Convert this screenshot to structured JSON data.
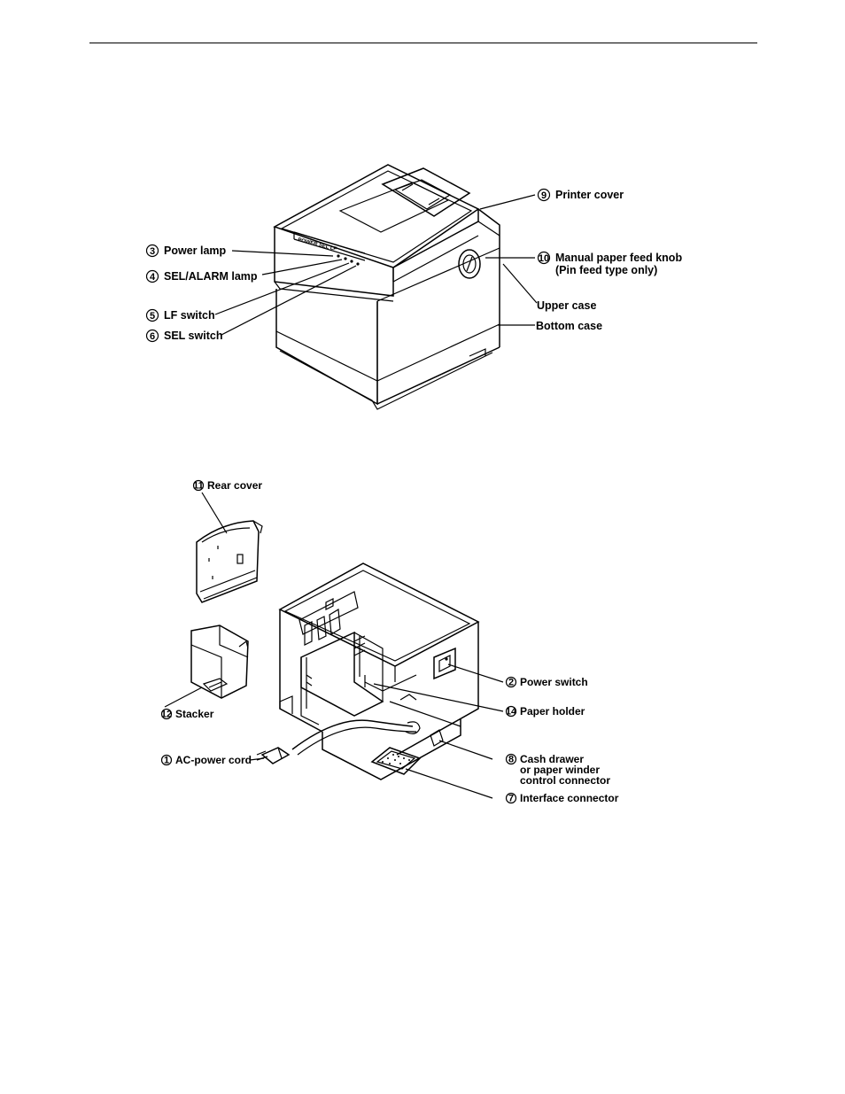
{
  "figure_top": {
    "labels": {
      "power_lamp": {
        "num": "3",
        "text": "Power lamp"
      },
      "sel_alarm_lamp": {
        "num": "4",
        "text": "SEL/ALARM lamp"
      },
      "lf_switch": {
        "num": "5",
        "text": "LF switch"
      },
      "sel_switch": {
        "num": "6",
        "text": "SEL switch"
      },
      "printer_cover": {
        "num": "9",
        "text": "Printer cover"
      },
      "manual_knob": {
        "num": "10",
        "text": "Manual paper feed knob",
        "text2": "(Pin feed type only)"
      },
      "upper_case": {
        "text": "Upper case"
      },
      "bottom_case": {
        "text": "Bottom case"
      }
    }
  },
  "figure_bottom": {
    "labels": {
      "rear_cover": {
        "num": "11",
        "text": "Rear cover"
      },
      "stacker": {
        "num": "12",
        "text": "Stacker"
      },
      "ac_power_cord": {
        "num": "1",
        "text": "AC-power cord"
      },
      "power_switch": {
        "num": "2",
        "text": "Power switch"
      },
      "paper_holder": {
        "num": "14",
        "text": "Paper holder"
      },
      "cash_drawer": {
        "num": "8",
        "text": "Cash drawer",
        "text2": "or paper winder",
        "text3": "control connector"
      },
      "interface_connector": {
        "num": "7",
        "text": "Interface connector"
      }
    }
  }
}
